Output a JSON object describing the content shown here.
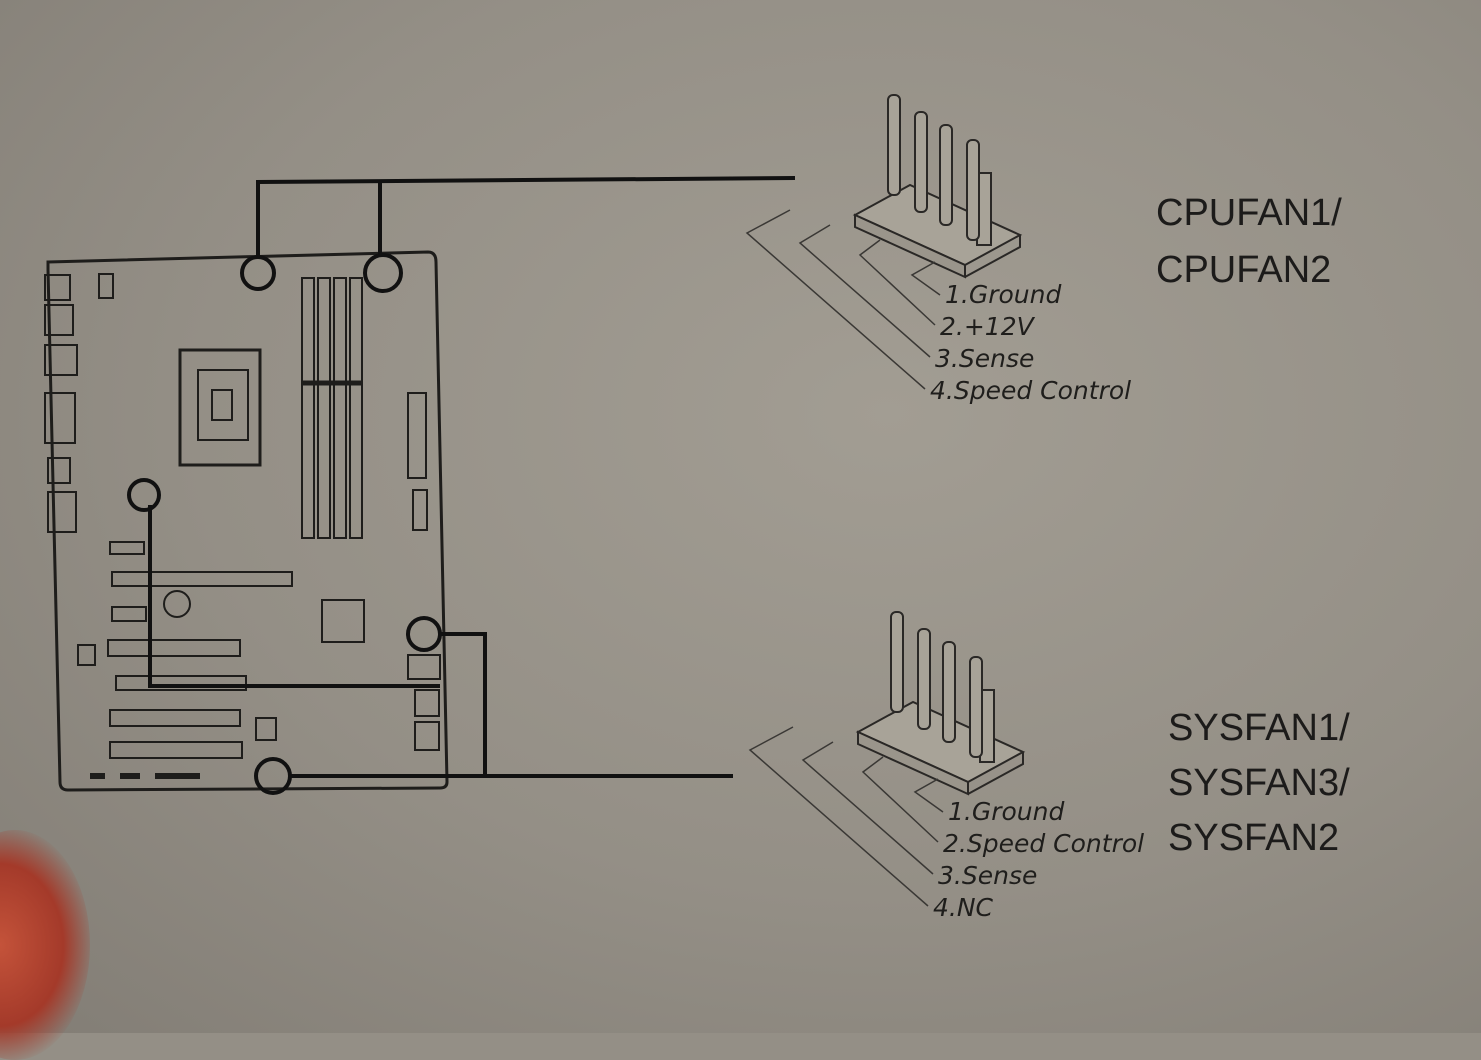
{
  "connectors": [
    {
      "name_lines": [
        "CPUFAN1/",
        "CPUFAN2"
      ],
      "pins": [
        "1.Ground",
        "2.+12V",
        "3.Sense",
        "4.Speed Control"
      ]
    },
    {
      "name_lines": [
        "SYSFAN1/",
        "SYSFAN3/",
        "SYSFAN2"
      ],
      "pins": [
        "1.Ground",
        "2.Speed Control",
        "3.Sense",
        "4.NC"
      ]
    }
  ],
  "colors": {
    "paper": "#948f86",
    "ink": "#1c1b1a"
  }
}
